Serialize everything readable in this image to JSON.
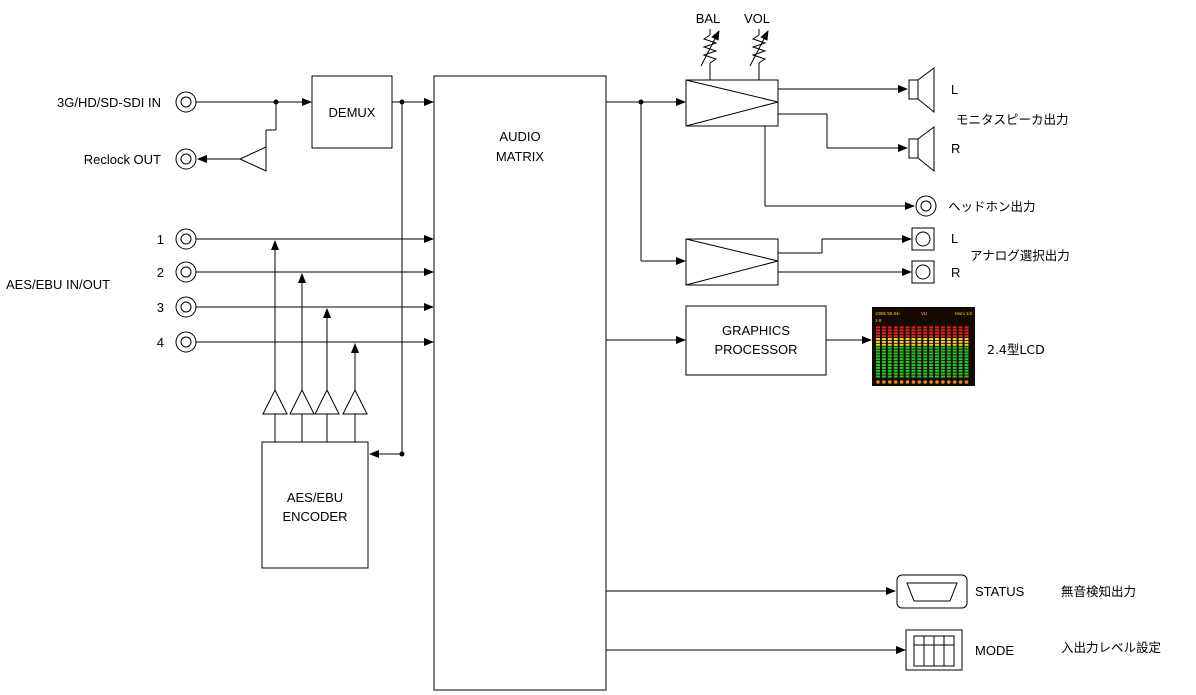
{
  "inputs": {
    "sdi_in": "3G/HD/SD-SDI IN",
    "reclock_out": "Reclock OUT",
    "aes_label": "AES/EBU IN/OUT",
    "aes_channels": [
      "1",
      "2",
      "3",
      "4"
    ]
  },
  "blocks": {
    "demux": "DEMUX",
    "matrix_line1": "AUDIO",
    "matrix_line2": "MATRIX",
    "encoder_line1": "AES/EBU",
    "encoder_line2": "ENCODER",
    "graphics_line1": "GRAPHICS",
    "graphics_line2": "PROCESSOR"
  },
  "controls": {
    "bal": "BAL",
    "vol": "VOL"
  },
  "outputs": {
    "speaker_l": "L",
    "speaker_r": "R",
    "speaker_label": "モニタスピーカ出力",
    "headphone_label": "ヘッドホン出力",
    "analog_l": "L",
    "analog_r": "R",
    "analog_label": "アナログ選択出力",
    "lcd_label": "2.4型LCD",
    "status": "STATUS",
    "status_desc": "無音検知出力",
    "mode": "MODE",
    "mode_desc": "入出力レベル設定"
  },
  "lcd_screen": {
    "header_left": "1080i 59.94i",
    "header_mid": "VU",
    "header_right": "Moni 1/2",
    "sub": "1-8"
  }
}
